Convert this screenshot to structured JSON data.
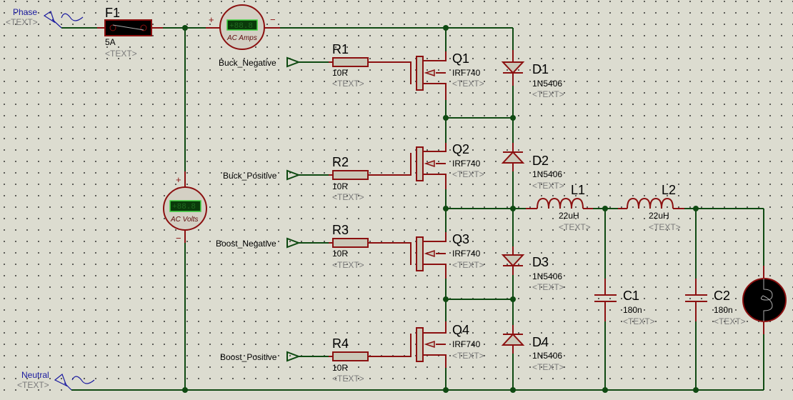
{
  "schematic": {
    "placeholder_text": "<TEXT>",
    "supply": {
      "phase": {
        "label": "Phase",
        "text": "<TEXT>"
      },
      "neutral": {
        "label": "Neutral",
        "text": "<TEXT>"
      }
    },
    "fuse": {
      "ref": "F1",
      "value": "5A",
      "text": "<TEXT>"
    },
    "ammeter": {
      "display": "+88.8",
      "label": "AC Amps",
      "plus": "+",
      "minus": "−"
    },
    "voltmeter": {
      "display": "+88.8",
      "label": "AC Volts",
      "plus": "+",
      "minus": "−"
    },
    "terminals": [
      {
        "label": "Buck_Negative"
      },
      {
        "label": "Buck_Positive"
      },
      {
        "label": "Boost_Negative"
      },
      {
        "label": "Boost_Positive"
      }
    ],
    "resistors": [
      {
        "ref": "R1",
        "value": "10R",
        "text": "<TEXT>"
      },
      {
        "ref": "R2",
        "value": "10R",
        "text": "<TEXT>"
      },
      {
        "ref": "R3",
        "value": "10R",
        "text": "<TEXT>"
      },
      {
        "ref": "R4",
        "value": "10R",
        "text": "<TEXT>"
      }
    ],
    "mosfets": [
      {
        "ref": "Q1",
        "value": "IRF740",
        "text": "<TEXT>"
      },
      {
        "ref": "Q2",
        "value": "IRF740",
        "text": "<TEXT>"
      },
      {
        "ref": "Q3",
        "value": "IRF740",
        "text": "<TEXT>"
      },
      {
        "ref": "Q4",
        "value": "IRF740",
        "text": "<TEXT>"
      }
    ],
    "diodes": [
      {
        "ref": "D1",
        "value": "1N5406",
        "text": "<TEXT>"
      },
      {
        "ref": "D2",
        "value": "1N5406",
        "text": "<TEXT>"
      },
      {
        "ref": "D3",
        "value": "1N5406",
        "text": "<TEXT>"
      },
      {
        "ref": "D4",
        "value": "1N5406",
        "text": "<TEXT>"
      }
    ],
    "inductors": [
      {
        "ref": "L1",
        "value": "22uH",
        "text": "<TEXT>"
      },
      {
        "ref": "L2",
        "value": "22uH",
        "text": "<TEXT>"
      }
    ],
    "capacitors": [
      {
        "ref": "C1",
        "value": "180n",
        "text": "<TEXT>"
      },
      {
        "ref": "C2",
        "value": "180n",
        "text": "<TEXT>"
      }
    ],
    "lamp": {
      "name": "lamp"
    }
  }
}
